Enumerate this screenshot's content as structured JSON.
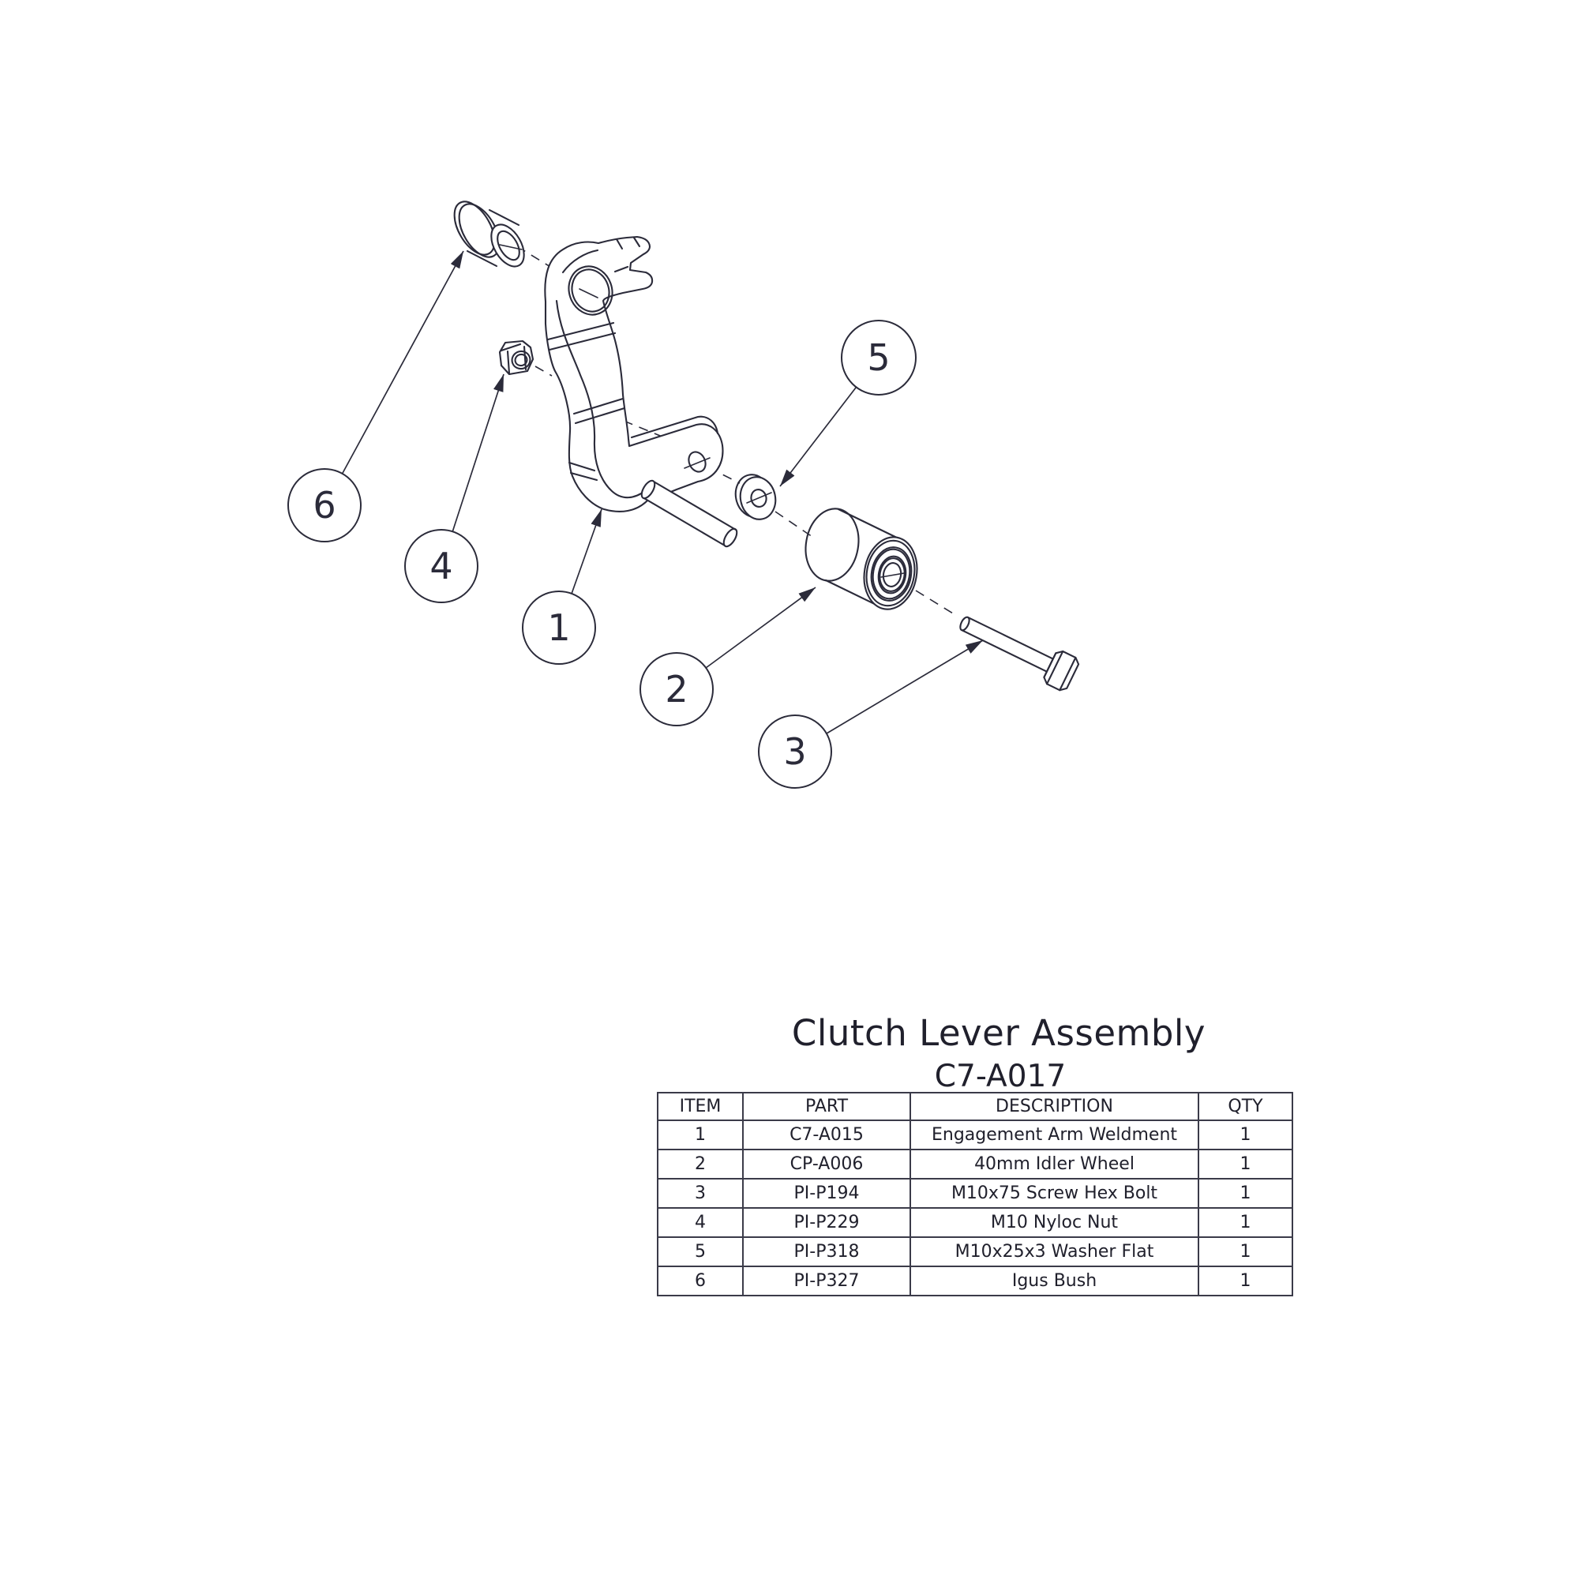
{
  "drawing": {
    "title": "Clutch Lever Assembly",
    "subtitle": "C7-A017"
  },
  "table": {
    "headers": [
      "ITEM",
      "PART",
      "DESCRIPTION",
      "QTY"
    ],
    "rows": [
      {
        "item": "1",
        "part": "C7-A015",
        "description": "Engagement Arm Weldment",
        "qty": "1"
      },
      {
        "item": "2",
        "part": "CP-A006",
        "description": "40mm Idler Wheel",
        "qty": "1"
      },
      {
        "item": "3",
        "part": "PI-P194",
        "description": "M10x75 Screw Hex Bolt",
        "qty": "1"
      },
      {
        "item": "4",
        "part": "PI-P229",
        "description": "M10 Nyloc Nut",
        "qty": "1"
      },
      {
        "item": "5",
        "part": "PI-P318",
        "description": "M10x25x3 Washer Flat",
        "qty": "1"
      },
      {
        "item": "6",
        "part": "PI-P327",
        "description": "Igus Bush",
        "qty": "1"
      }
    ]
  },
  "balloons": [
    {
      "number": "1"
    },
    {
      "number": "2"
    },
    {
      "number": "3"
    },
    {
      "number": "4"
    },
    {
      "number": "5"
    },
    {
      "number": "6"
    }
  ],
  "colors": {
    "line": "#2b2b3a",
    "text": "#20202c",
    "background": "#ffffff"
  }
}
